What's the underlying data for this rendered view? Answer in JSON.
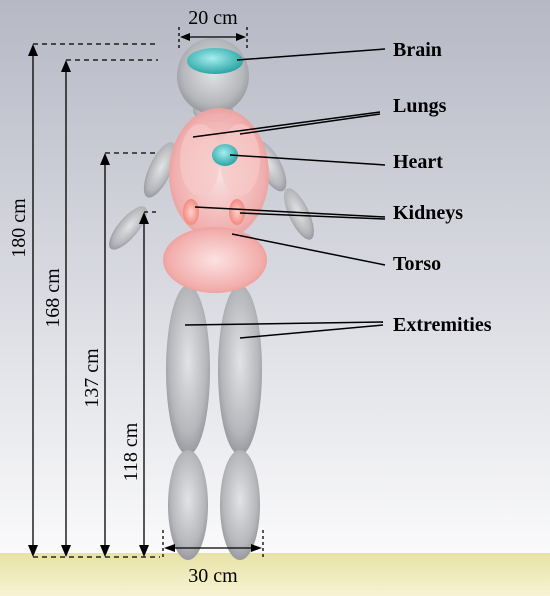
{
  "labels": {
    "brain": "Brain",
    "lungs": "Lungs",
    "heart": "Heart",
    "kidneys": "Kidneys",
    "torso": "Torso",
    "extremities": "Extremities"
  },
  "dimensions": {
    "head_width": "20 cm",
    "foot_width": "30 cm",
    "height_total": "180 cm",
    "height_shoulder": "168 cm",
    "height_chest": "137 cm",
    "height_waist": "118 cm"
  },
  "colors": {
    "body_gray": "#a9abb0",
    "organ_pink": "#ef8f8f",
    "organ_teal": "#3fb5b5",
    "floor": "#f3eec0",
    "background_top": "#b6b8c5",
    "background_bottom": "#ffffff"
  }
}
